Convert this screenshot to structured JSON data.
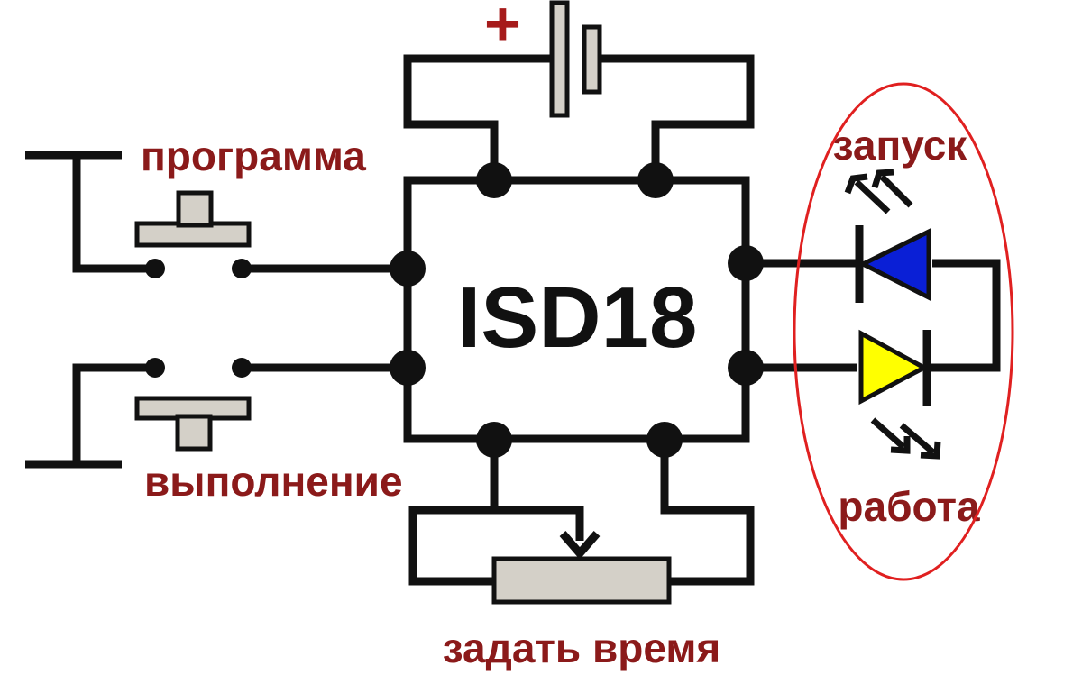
{
  "diagram": {
    "chip": {
      "name": "ISD18"
    },
    "battery": {
      "polarity_label": "+"
    },
    "buttons": {
      "record": {
        "label": "программа"
      },
      "play": {
        "label": "выполнение"
      }
    },
    "potentiometer": {
      "label": "задать время"
    },
    "leds": {
      "start": {
        "label": "запуск",
        "color": "#0a1fd6"
      },
      "work": {
        "label": "работа",
        "color": "#ffff00"
      }
    },
    "colors": {
      "label_text": "#8b1a1a",
      "highlight_ellipse": "#e02020",
      "component_fill": "#d4d0c8"
    }
  }
}
